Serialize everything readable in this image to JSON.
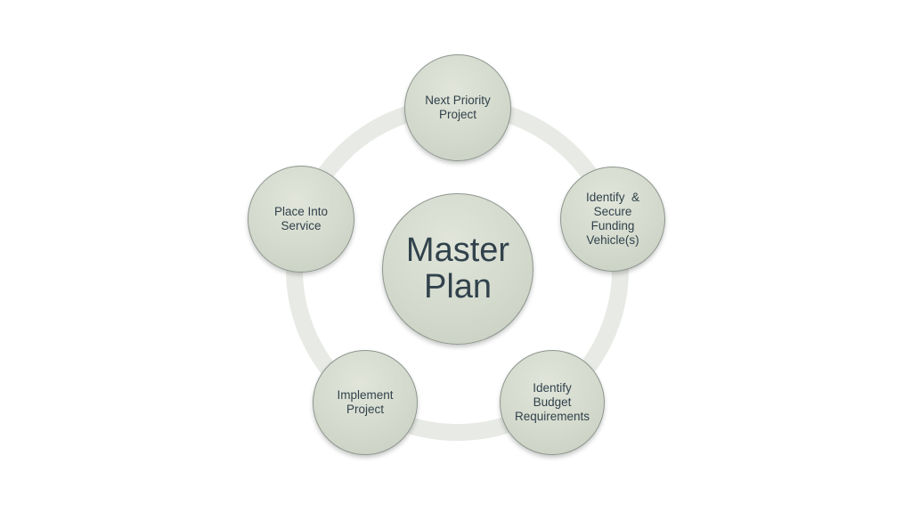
{
  "diagram": {
    "type": "cycle-hub-diagram",
    "center": {
      "id": "master-plan",
      "lines": [
        "Master",
        "Plan"
      ]
    },
    "nodes": [
      {
        "id": "next-priority-project",
        "position": "top",
        "lines": [
          "Next Priority",
          "Project"
        ]
      },
      {
        "id": "identify-secure-funding",
        "position": "right",
        "lines": [
          "Identify  &",
          "Secure",
          "Funding",
          "Vehicle(s)"
        ]
      },
      {
        "id": "identify-budget-requirements",
        "position": "bottom-right",
        "lines": [
          "Identify",
          "Budget",
          "Requirements"
        ]
      },
      {
        "id": "implement-project",
        "position": "bottom-left",
        "lines": [
          "Implement",
          "Project"
        ]
      },
      {
        "id": "place-into-service",
        "position": "left",
        "lines": [
          "Place Into",
          "Service"
        ]
      }
    ],
    "colors": {
      "background": "#ffffff",
      "circle_fill_light": "#e1e5da",
      "circle_fill_dark": "#c7cfc1",
      "circle_border": "#8e968f",
      "ring": "#e8eae5",
      "text": "#31424c"
    }
  }
}
